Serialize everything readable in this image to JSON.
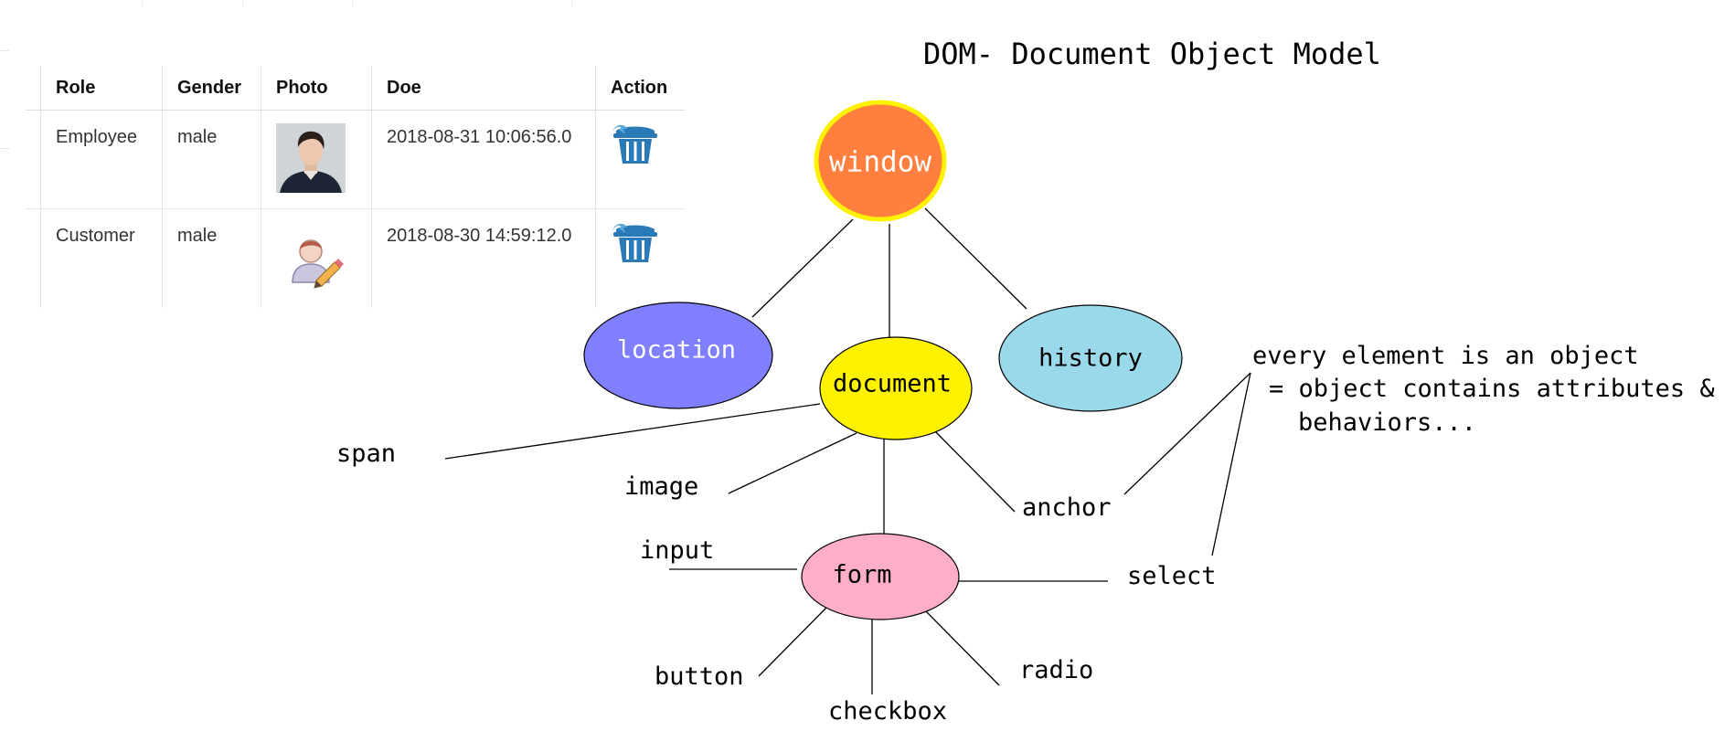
{
  "table": {
    "headers": [
      "Role",
      "Gender",
      "Photo",
      "Doe",
      "Action"
    ],
    "rows": [
      {
        "role": "Employee",
        "gender": "male",
        "photo_icon": "person-photo",
        "doe": "2018-08-31 10:06:56.0",
        "action_icon": "trash-icon"
      },
      {
        "role": "Customer",
        "gender": "male",
        "photo_icon": "user-edit-icon",
        "doe": "2018-08-30 14:59:12.0",
        "action_icon": "trash-icon"
      }
    ]
  },
  "diagram": {
    "title": "DOM- Document Object Model",
    "nodes": {
      "window": "window",
      "location": "location",
      "document": "document",
      "history": "history",
      "form": "form"
    },
    "labels": {
      "span": "span",
      "image": "image",
      "anchor": "anchor",
      "input": "input",
      "select": "select",
      "button": "button",
      "checkbox": "checkbox",
      "radio": "radio"
    },
    "note": {
      "line1": "every element is an object",
      "line2": "= object contains attributes &",
      "line3": "behaviors..."
    },
    "colors": {
      "window_fill": "#FF7F3F",
      "window_stroke": "#FFF200",
      "location_fill": "#7F7FFF",
      "document_fill": "#FFF200",
      "history_fill": "#99D9EA",
      "form_fill": "#FFAEC9",
      "trash_blue": "#2A7AB8"
    }
  }
}
